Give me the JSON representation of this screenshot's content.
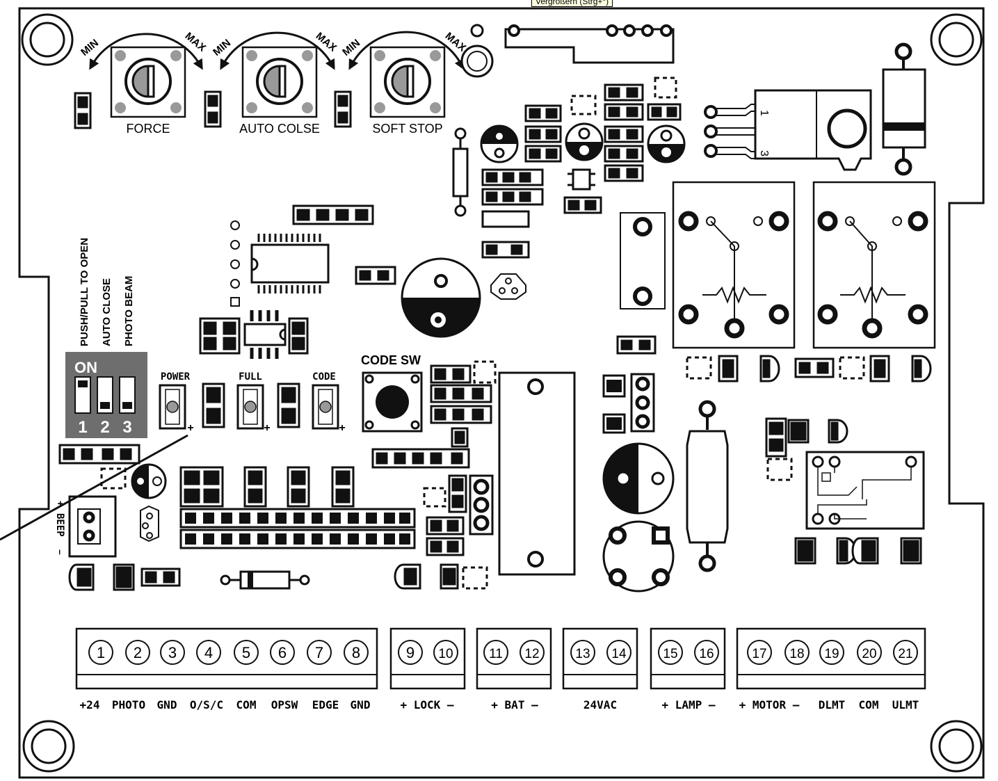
{
  "tooltip": "Vergrößern (Strg+°)",
  "trimmers": [
    {
      "label": "FORCE",
      "min": "MIN",
      "max": "MAX"
    },
    {
      "label": "AUTO COLSE",
      "min": "MIN",
      "max": "MAX"
    },
    {
      "label": "SOFT STOP",
      "min": "MIN",
      "max": "MAX"
    }
  ],
  "dip_switch": {
    "functions": [
      "PUSH/PULL TO OPEN",
      "AUTO CLOSE",
      "PHOTO BEAM"
    ],
    "on_label": "ON",
    "numbers": [
      "1",
      "2",
      "3"
    ]
  },
  "leds": [
    {
      "label": "POWER",
      "polarity": "+"
    },
    {
      "label": "FULL",
      "polarity": "+"
    },
    {
      "label": "CODE",
      "polarity": "+"
    }
  ],
  "code_button": "CODE SW",
  "beep": {
    "label": "BEEP",
    "plus": "+",
    "minus": "–"
  },
  "regulator_pins": [
    "1",
    "3"
  ],
  "terminals": [
    "1",
    "2",
    "3",
    "4",
    "5",
    "6",
    "7",
    "8",
    "9",
    "10",
    "11",
    "12",
    "13",
    "14",
    "15",
    "16",
    "17",
    "18",
    "19",
    "20",
    "21"
  ],
  "terminal_labels": [
    "+24",
    "PHOTO",
    "GND",
    "O/S/C",
    "COM",
    "OPSW",
    "EDGE",
    "GND",
    "+ LOCK –",
    "+ BAT –",
    "24VAC",
    "+ LAMP –",
    "+ MOTOR –",
    "DLMT",
    "COM",
    "ULMT"
  ]
}
